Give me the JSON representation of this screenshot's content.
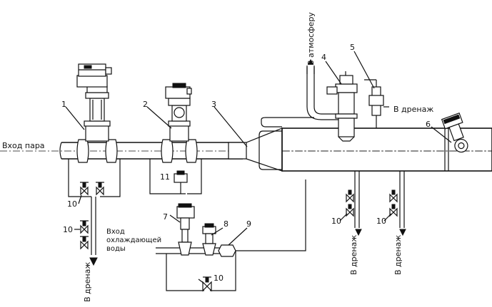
{
  "labels": {
    "steam_inlet": "Вход пара",
    "to_atmosphere": "В атмосферу",
    "to_drain_upper": "В дренаж",
    "to_drain_left": "В дренаж",
    "to_drain_mid1": "В дренаж",
    "to_drain_mid2": "В дренаж",
    "cooling_water_1": "Вход",
    "cooling_water_2": "охлаждающей",
    "cooling_water_3": "воды"
  },
  "positions": {
    "p1": "1",
    "p2": "2",
    "p3": "3",
    "p4": "4",
    "p5": "5",
    "p6": "6",
    "p7": "7",
    "p8": "8",
    "p9": "9",
    "p11": "11",
    "p10a": "10",
    "p10b": "10",
    "p10c": "10",
    "p10d": "10",
    "p10e": "10"
  }
}
